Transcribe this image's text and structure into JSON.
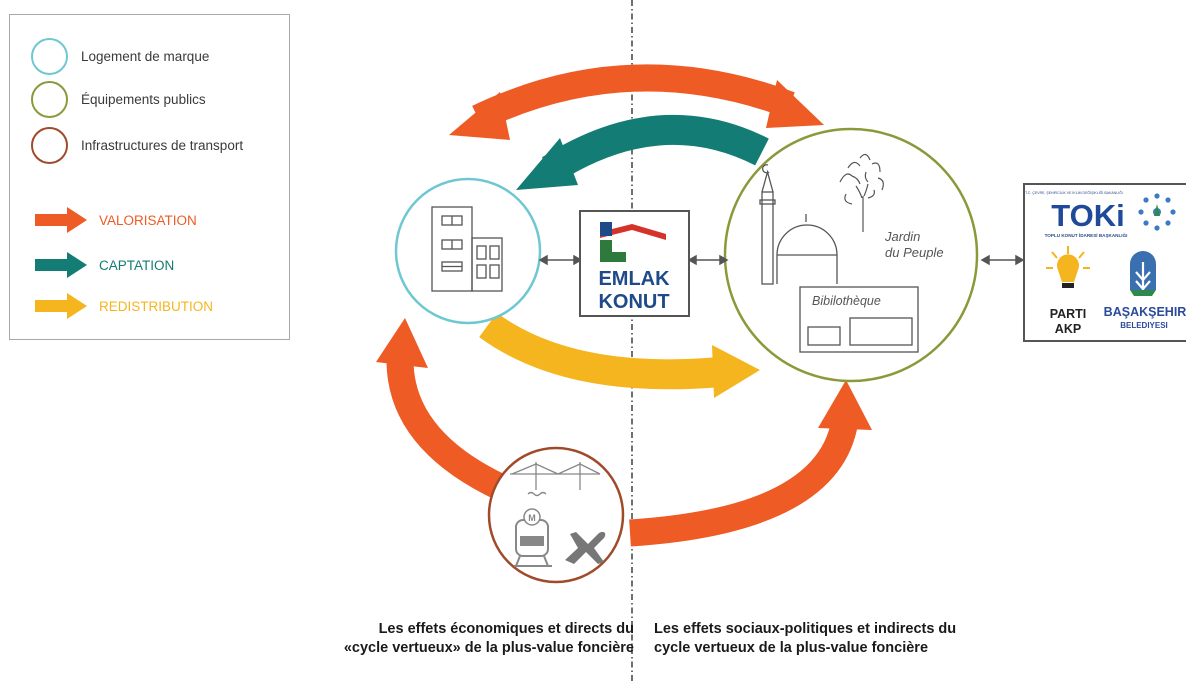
{
  "legend": {
    "circles": [
      {
        "label": "Logement de marque",
        "color": "#6fc7d2"
      },
      {
        "label": "Équipements publics",
        "color": "#8a9a3a"
      },
      {
        "label": "Infrastructures de transport",
        "color": "#a04a2a"
      }
    ],
    "arrows": [
      {
        "label": "VALORISATION",
        "color": "#ee5b24"
      },
      {
        "label": "CAPTATION",
        "color": "#137c74"
      },
      {
        "label": "REDISTRIBUTION",
        "color": "#f5b51e"
      }
    ]
  },
  "center": {
    "emlak_line1": "EMLAK",
    "emlak_line2": "KONUT"
  },
  "public_facilities": {
    "garden_line1": "Jardin",
    "garden_line2": "du Peuple",
    "library": "Bibilothèque"
  },
  "actors": {
    "toki": "TOKi",
    "toki_sub": "TOPLU KONUT İDARESİ BAŞKANLIĞI",
    "toki_top": "T.C. ÇEVRE, ŞEHİRCİLİK VE İKLİM DEĞİŞİKLİĞİ BAKANLIĞI",
    "akp_line1": "PARTI",
    "akp_line2": "AKP",
    "basak_line1": "BAŞAKŞEHIR",
    "basak_line2": "BELEDIYESI"
  },
  "transport": {
    "metro_label": "M"
  },
  "captions": {
    "left_line1": "Les effets économiques et directs du",
    "left_line2": "«cycle vertueux» de la plus-value foncière",
    "right_line1": "Les effets sociaux-politiques et indirects du",
    "right_line2": "cycle vertueux de la plus-value foncière"
  }
}
